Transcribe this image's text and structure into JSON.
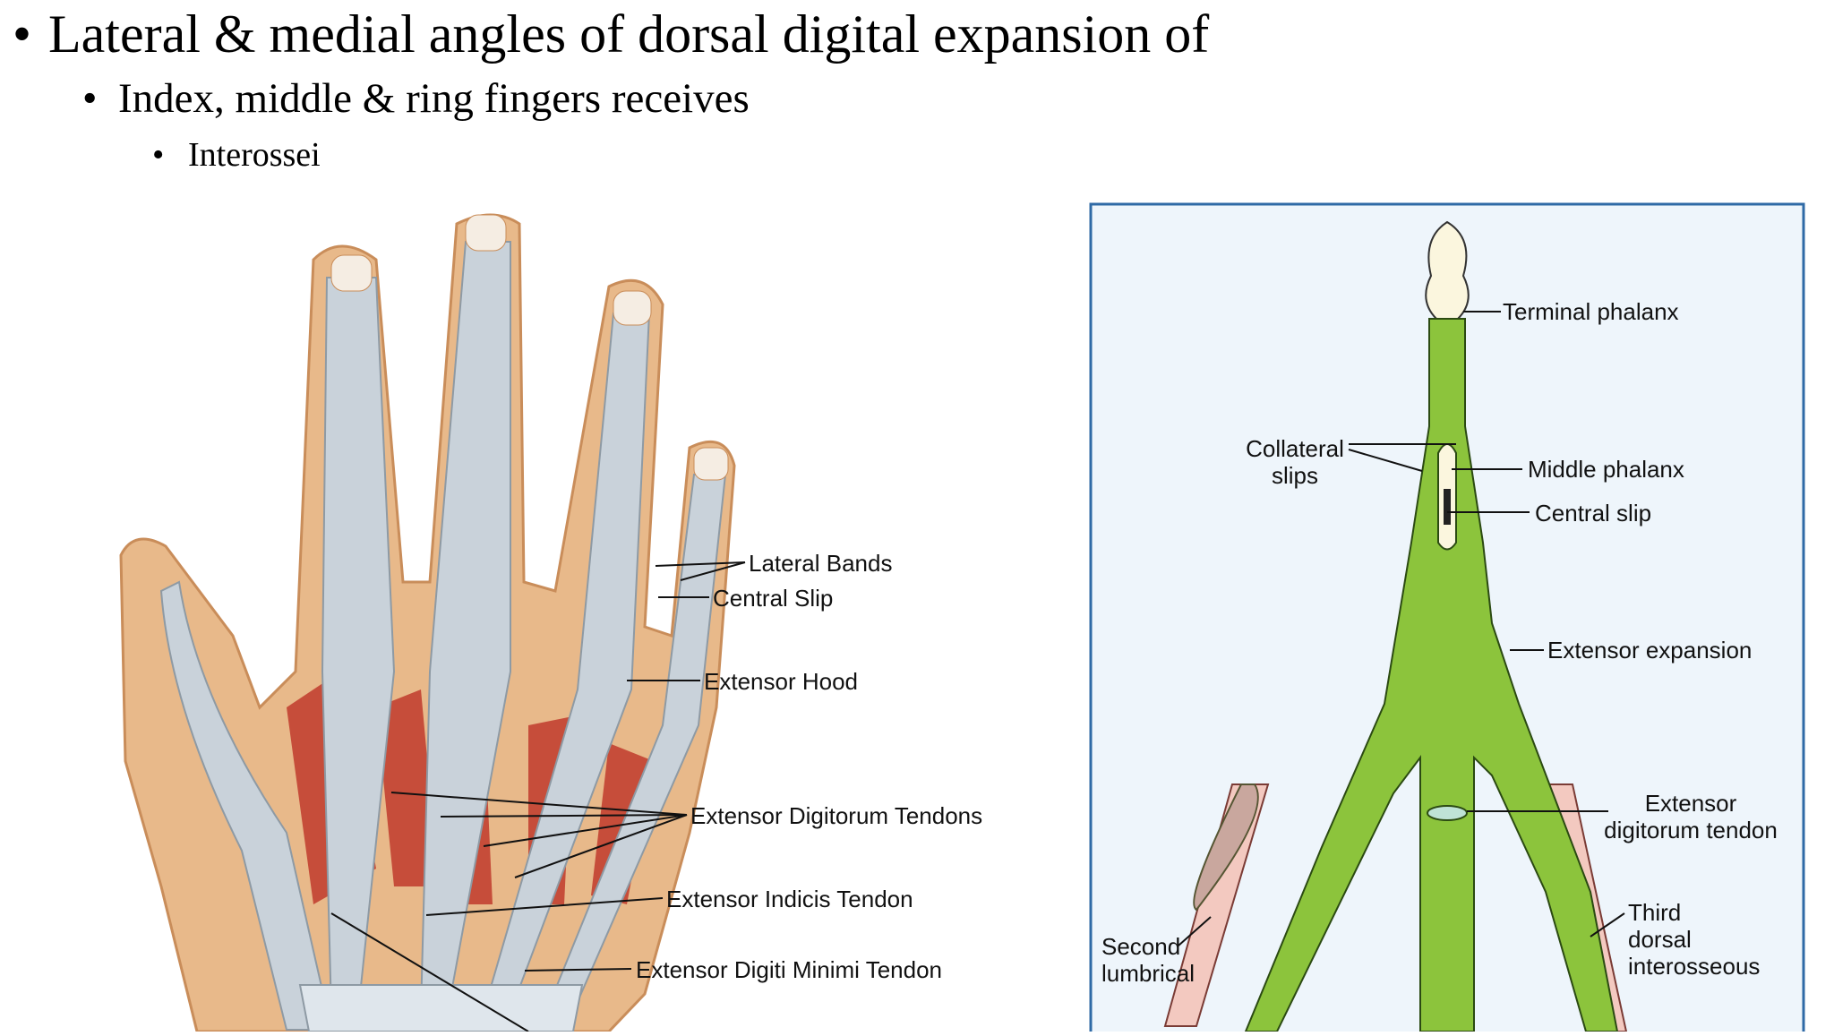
{
  "slide": {
    "bullet1": "Lateral & medial angles of dorsal digital expansion of",
    "bullet2": "Index, middle & ring fingers receives",
    "bullet3": "Interossei"
  },
  "left_figure": {
    "labels": {
      "lateral_bands": "Lateral Bands",
      "central_slip": "Central Slip",
      "extensor_hood": "Extensor Hood",
      "extensor_digitorum_tendons": "Extensor Digitorum Tendons",
      "extensor_indicis_tendon": "Extensor Indicis Tendon",
      "extensor_digiti_minimi_tendon": "Extensor Digiti Minimi Tendon"
    }
  },
  "right_figure": {
    "labels": {
      "terminal_phalanx": "Terminal phalanx",
      "collateral_slips_1": "Collateral",
      "collateral_slips_2": "slips",
      "middle_phalanx": "Middle phalanx",
      "central_slip": "Central slip",
      "extensor_expansion": "Extensor expansion",
      "extensor_digitorum_tendon_1": "Extensor",
      "extensor_digitorum_tendon_2": "digitorum tendon",
      "second_lumbrical_1": "Second",
      "second_lumbrical_2": "lumbrical",
      "third_dorsal_interosseous_1": "Third",
      "third_dorsal_interosseous_2": "dorsal",
      "third_dorsal_interosseous_3": "interosseous"
    }
  },
  "colors": {
    "tendon_green": "#8cc43c",
    "panel_background": "#eef5fb",
    "panel_border": "#2f6aa6",
    "muscle_red": "#c0392b",
    "skin": "#e8b98a",
    "tendon_grey": "#c9d2da"
  }
}
